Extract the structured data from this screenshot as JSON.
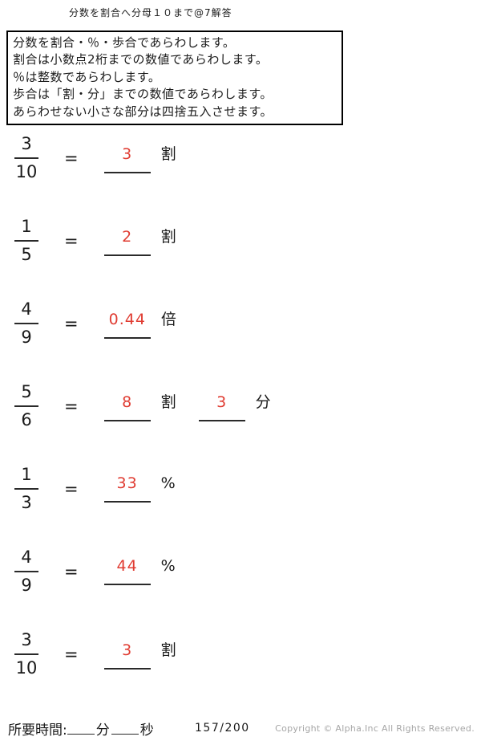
{
  "page_title": "分数を割合へ分母１０まで@7解答",
  "instructions": [
    "分数を割合・％・歩合であらわします。",
    "割合は小数点2桁までの数値であらわします。",
    "％は整数であらわします。",
    "歩合は「割・分」までの数値であらわします。",
    "あらわせない小さな部分は四捨五入させます。"
  ],
  "equals_symbol": "=",
  "problems": [
    {
      "numerator": "3",
      "denominator": "10",
      "answers": [
        {
          "value": "3",
          "unit": "割"
        }
      ]
    },
    {
      "numerator": "1",
      "denominator": "5",
      "answers": [
        {
          "value": "2",
          "unit": "割"
        }
      ]
    },
    {
      "numerator": "4",
      "denominator": "9",
      "answers": [
        {
          "value": "0.44",
          "unit": "倍"
        }
      ]
    },
    {
      "numerator": "5",
      "denominator": "6",
      "answers": [
        {
          "value": "8",
          "unit": "割"
        },
        {
          "value": "3",
          "unit": "分"
        }
      ]
    },
    {
      "numerator": "1",
      "denominator": "3",
      "answers": [
        {
          "value": "33",
          "unit": "%"
        }
      ]
    },
    {
      "numerator": "4",
      "denominator": "9",
      "answers": [
        {
          "value": "44",
          "unit": "%"
        }
      ]
    },
    {
      "numerator": "3",
      "denominator": "10",
      "answers": [
        {
          "value": "3",
          "unit": "割"
        }
      ]
    }
  ],
  "footer": {
    "time_label": "所要時間:",
    "minutes_unit": "分",
    "seconds_unit": "秒",
    "page_number": "157/200",
    "copyright": "Copyright ©  Alpha.Inc All Rights Reserved."
  },
  "colors": {
    "answer_red": "#e03c32",
    "text": "#1a1a1a",
    "copyright_gray": "#a6a6a6"
  }
}
